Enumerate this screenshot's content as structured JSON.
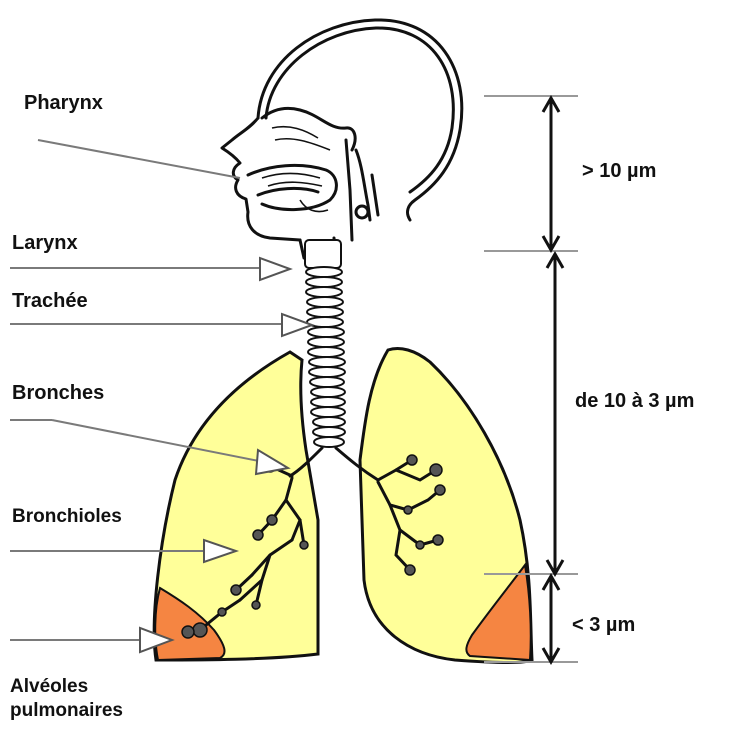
{
  "labels": {
    "pharynx": "Pharynx",
    "larynx": "Larynx",
    "trachee": "Trachée",
    "bronches": "Bronches",
    "bronchioles": "Bronchioles",
    "alveoles_line1": "Alvéoles",
    "alveoles_line2": "pulmonaires"
  },
  "sizes": {
    "upper": "> 10 µm",
    "middle": "de 10 à 3 µm",
    "lower": "< 3 µm"
  },
  "colors": {
    "lung_fill": "#ffff99",
    "alveoli_fill": "#f58542",
    "outline": "#111111",
    "pointer": "#7a7a7a"
  }
}
